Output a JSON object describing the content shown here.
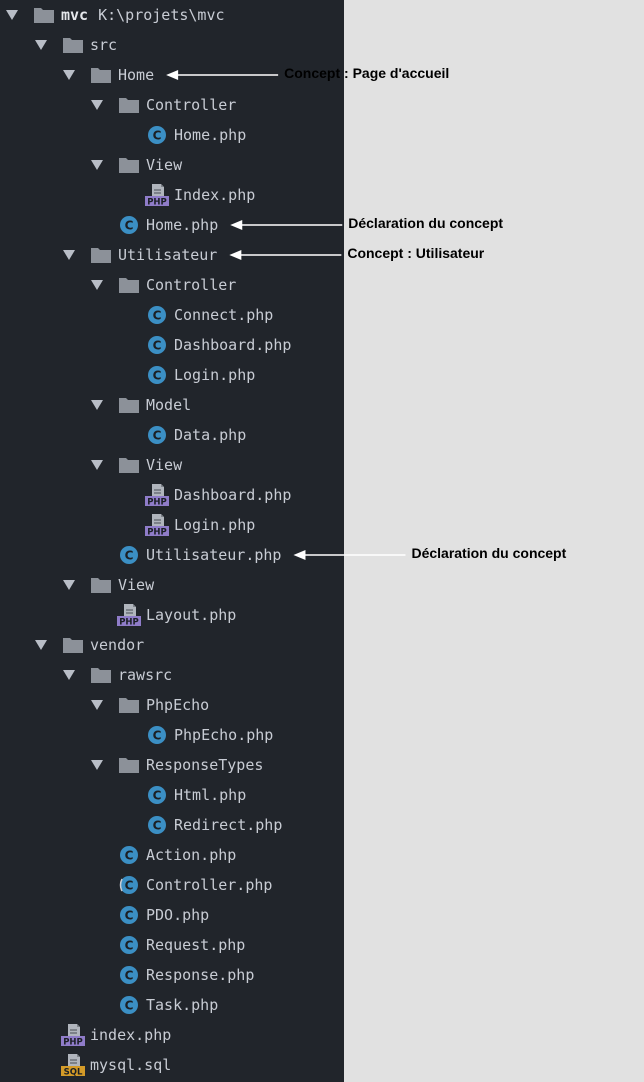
{
  "project": {
    "name": "mvc",
    "path": "K:\\projets\\mvc"
  },
  "tree": [
    {
      "label": "src",
      "type": "folder",
      "depth": 1,
      "expanded": true
    },
    {
      "label": "Home",
      "type": "folder",
      "depth": 2,
      "expanded": true
    },
    {
      "label": "Controller",
      "type": "folder",
      "depth": 3,
      "expanded": true
    },
    {
      "label": "Home.php",
      "type": "class",
      "depth": 4
    },
    {
      "label": "View",
      "type": "folder",
      "depth": 3,
      "expanded": true
    },
    {
      "label": "Index.php",
      "type": "php",
      "depth": 4
    },
    {
      "label": "Home.php",
      "type": "class",
      "depth": 3
    },
    {
      "label": "Utilisateur",
      "type": "folder",
      "depth": 2,
      "expanded": true
    },
    {
      "label": "Controller",
      "type": "folder",
      "depth": 3,
      "expanded": true
    },
    {
      "label": "Connect.php",
      "type": "class",
      "depth": 4
    },
    {
      "label": "Dashboard.php",
      "type": "class",
      "depth": 4
    },
    {
      "label": "Login.php",
      "type": "class",
      "depth": 4
    },
    {
      "label": "Model",
      "type": "folder",
      "depth": 3,
      "expanded": true
    },
    {
      "label": "Data.php",
      "type": "class",
      "depth": 4
    },
    {
      "label": "View",
      "type": "folder",
      "depth": 3,
      "expanded": true
    },
    {
      "label": "Dashboard.php",
      "type": "php",
      "depth": 4
    },
    {
      "label": "Login.php",
      "type": "php",
      "depth": 4
    },
    {
      "label": "Utilisateur.php",
      "type": "class",
      "depth": 3
    },
    {
      "label": "View",
      "type": "folder",
      "depth": 2,
      "expanded": true
    },
    {
      "label": "Layout.php",
      "type": "php",
      "depth": 3
    },
    {
      "label": "vendor",
      "type": "folder",
      "depth": 1,
      "expanded": true
    },
    {
      "label": "rawsrc",
      "type": "folder",
      "depth": 2,
      "expanded": true
    },
    {
      "label": "PhpEcho",
      "type": "folder",
      "depth": 3,
      "expanded": true
    },
    {
      "label": "PhpEcho.php",
      "type": "class",
      "depth": 4
    },
    {
      "label": "ResponseTypes",
      "type": "folder",
      "depth": 3,
      "expanded": true
    },
    {
      "label": "Html.php",
      "type": "class",
      "depth": 4
    },
    {
      "label": "Redirect.php",
      "type": "class",
      "depth": 4
    },
    {
      "label": "Action.php",
      "type": "class",
      "depth": 3
    },
    {
      "label": "Controller.php",
      "type": "abstract-class",
      "depth": 3
    },
    {
      "label": "PDO.php",
      "type": "class",
      "depth": 3
    },
    {
      "label": "Request.php",
      "type": "class",
      "depth": 3
    },
    {
      "label": "Response.php",
      "type": "class",
      "depth": 3
    },
    {
      "label": "Task.php",
      "type": "class",
      "depth": 3
    },
    {
      "label": "index.php",
      "type": "php",
      "depth": 1
    },
    {
      "label": "mysql.sql",
      "type": "sql",
      "depth": 1
    }
  ],
  "annotations": [
    {
      "text": "Concept : Page d'accueil",
      "target": 1
    },
    {
      "text": "Déclaration du concept",
      "target": 6
    },
    {
      "text": "Concept : Utilisateur",
      "target": 7
    },
    {
      "text": "Déclaration du concept",
      "target": 17
    }
  ],
  "icon_labels": {
    "php": "PHP",
    "sql": "SQL",
    "class": "C"
  },
  "colors": {
    "panel": "#21252b",
    "background": "#e1e1e1",
    "text": "#c8ccd4",
    "folder": "#8c9199",
    "class_icon": "#3b8fc4",
    "php_icon": "#8f7cc9",
    "sql_icon": "#d49b28"
  }
}
